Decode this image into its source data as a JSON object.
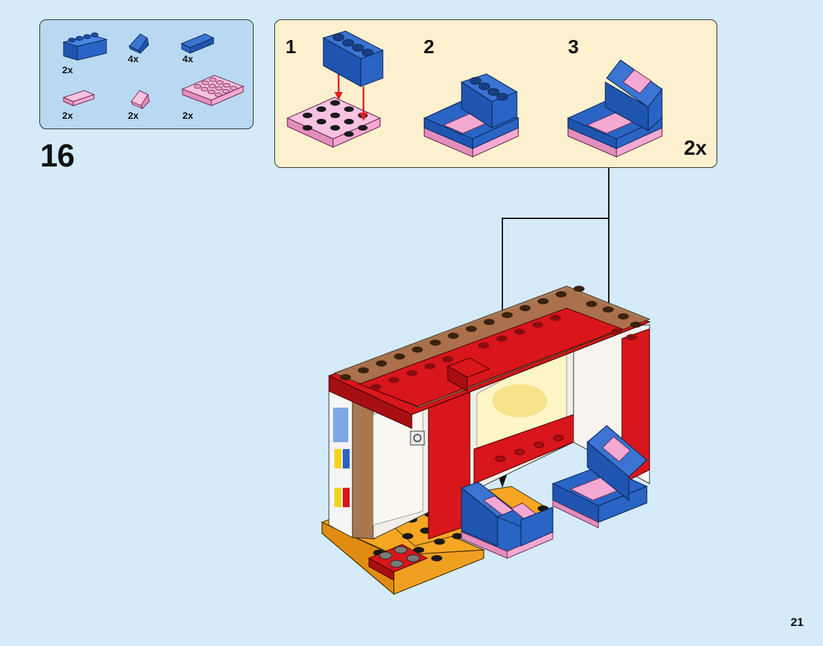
{
  "parts_list": [
    {
      "name": "blue-brick-1x4",
      "qty": "2x",
      "color": "#2a64c4"
    },
    {
      "name": "blue-slope-small",
      "qty": "4x",
      "color": "#2a64c4"
    },
    {
      "name": "blue-slope-long",
      "qty": "4x",
      "color": "#2a64c4"
    },
    {
      "name": "pink-tile",
      "qty": "2x",
      "color": "#f4a9d2"
    },
    {
      "name": "pink-slope",
      "qty": "2x",
      "color": "#f4a9d2"
    },
    {
      "name": "pink-plate-4x4",
      "qty": "2x",
      "color": "#f4a9d2"
    }
  ],
  "step": {
    "number": "16"
  },
  "subassembly": {
    "steps": [
      {
        "label": "1"
      },
      {
        "label": "2"
      },
      {
        "label": "3"
      }
    ],
    "multiplier": "2x"
  },
  "page": {
    "number": "21"
  },
  "colors": {
    "background": "#d5ebfa",
    "parts_box": "#b9d9f3",
    "sub_box": "#fdf0cf",
    "blue": "#2a64c4",
    "pink": "#f4a9d2",
    "red": "#d8161b",
    "tan": "#a8764f",
    "orange": "#f5a623",
    "arrow_red": "#e02020"
  }
}
